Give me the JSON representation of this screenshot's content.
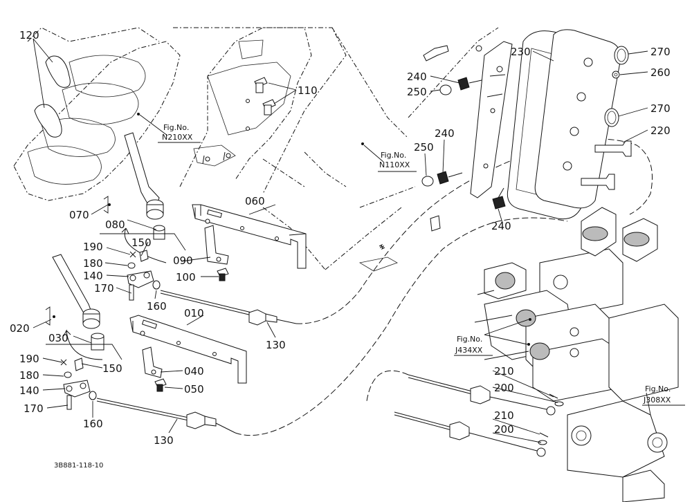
{
  "diagram": {
    "caption": "3B881-118-10",
    "part_numbers": {
      "p120": "120",
      "p110": "110",
      "p060": "060",
      "p070": "070",
      "p080": "080",
      "p090": "090",
      "p100": "100",
      "p190a": "190",
      "p150a": "150",
      "p180a": "180",
      "p140a": "140",
      "p170a": "170",
      "p160a": "160",
      "p010": "010",
      "p020": "020",
      "p030": "030",
      "p190b": "190",
      "p150b": "150",
      "p180b": "180",
      "p140b": "140",
      "p170b": "170",
      "p160b": "160",
      "p040": "040",
      "p050": "050",
      "p130a": "130",
      "p130b": "130",
      "p230": "230",
      "p270a": "270",
      "p240a": "240",
      "p260": "260",
      "p250a": "250",
      "p270b": "270",
      "p220": "220",
      "p240b": "240",
      "p250b": "250",
      "p240c": "240",
      "p210a": "210",
      "p200a": "200",
      "p210b": "210",
      "p200b": "200"
    },
    "figure_refs": {
      "n210": {
        "line1": "Fig.No.",
        "line2": "N210XX"
      },
      "n110": {
        "line1": "Fig.No.",
        "line2": "N110XX"
      },
      "j434": {
        "line1": "Fig.No.",
        "line2": "J434XX"
      },
      "j308": {
        "line1": "Fig.No.",
        "line2": "J308XX"
      }
    }
  }
}
